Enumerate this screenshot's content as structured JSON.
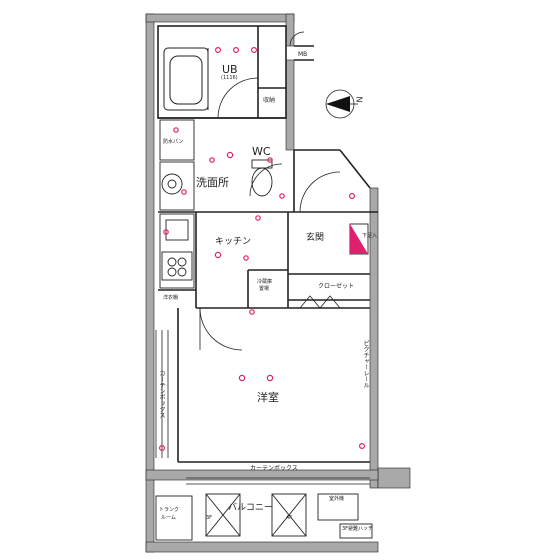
{
  "rooms": {
    "ub": "UB",
    "ub_size": "(1116)",
    "mb": "MB",
    "storage": "収納",
    "wc": "WC",
    "washroom": "洗面所",
    "washer_pan": "防水パン",
    "kitchen": "キッチン",
    "entrance": "玄関",
    "shoes": "下足入",
    "fridge_1": "冷蔵庫",
    "fridge_2": "置場",
    "closet": "クローゼット",
    "wardrobe": "洋衣棚",
    "western_room": "洋室",
    "curtain_box_left": "カーテンボックス",
    "curtain_box_right": "ピクチャーレール",
    "curtain_box_bottom": "カーテンボックス",
    "balcony": "バルコニー",
    "trunk_room_1": "トランク",
    "trunk_room_2": "ルーム",
    "outdoor_unit": "室外機",
    "unit_3f": "3F",
    "unit_4f": "4F",
    "drain_pipe": "3F避難ハッチ"
  },
  "colors": {
    "wall": "#a9a9a9",
    "line": "#222222",
    "marker": "#e0206e"
  }
}
